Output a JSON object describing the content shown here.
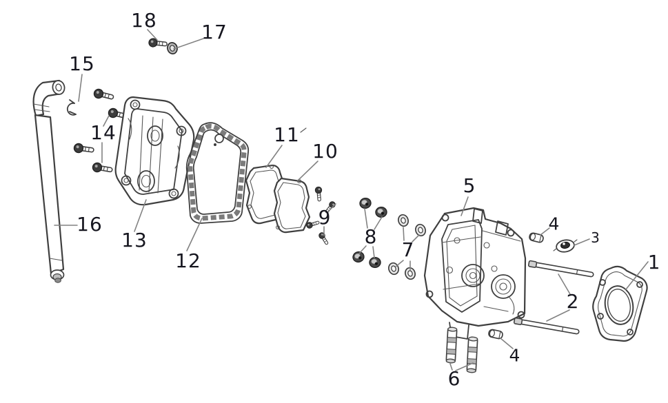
{
  "diagram": {
    "type": "exploded-parts-diagram",
    "background_color": "#ffffff",
    "line_color": "#3f3f3f",
    "label_color": "#16161f",
    "leader_color": "#828282",
    "callouts": [
      {
        "id": "c18",
        "label": "18"
      },
      {
        "id": "c17",
        "label": "17"
      },
      {
        "id": "c15",
        "label": "15"
      },
      {
        "id": "c14",
        "label": "14"
      },
      {
        "id": "c16",
        "label": "16"
      },
      {
        "id": "c13",
        "label": "13"
      },
      {
        "id": "c12",
        "label": "12"
      },
      {
        "id": "c11",
        "label": "11"
      },
      {
        "id": "c10",
        "label": "10"
      },
      {
        "id": "c9",
        "label": "9"
      },
      {
        "id": "c8",
        "label": "8"
      },
      {
        "id": "c7",
        "label": "7"
      },
      {
        "id": "c5",
        "label": "5"
      },
      {
        "id": "c4a",
        "label": "4"
      },
      {
        "id": "c3",
        "label": "3"
      },
      {
        "id": "c2",
        "label": "2"
      },
      {
        "id": "c1",
        "label": "1"
      },
      {
        "id": "c6",
        "label": "6"
      },
      {
        "id": "c4b",
        "label": "4"
      }
    ]
  }
}
